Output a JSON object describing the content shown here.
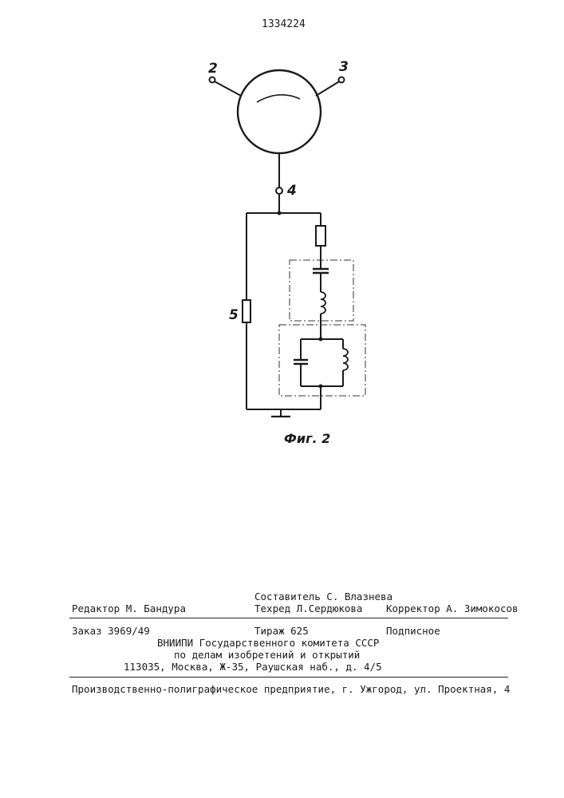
{
  "patent_number": "1334224",
  "figure": {
    "caption": "Фиг. 2",
    "terminals": [
      "2",
      "3",
      "4"
    ],
    "resistor_label": "5"
  },
  "imprint": {
    "editor": "Редактор М. Бандура",
    "compiler": "Составитель С. Влазнева",
    "techred": "Техред Л.Сердюкова",
    "corrector": "Корректор А. Зимокосов",
    "order": "Заказ 3969/49",
    "circulation": "Тираж 625",
    "subscription": "Подписное",
    "org_line1": "ВНИИПИ Государственного комитета СССР",
    "org_line2": "по делам изобретений и открытий",
    "address": "113035, Москва, Ж-35, Раушская наб., д. 4/5",
    "printer": "Производственно-полиграфическое предприятие, г. Ужгород, ул. Проектная, 4"
  }
}
